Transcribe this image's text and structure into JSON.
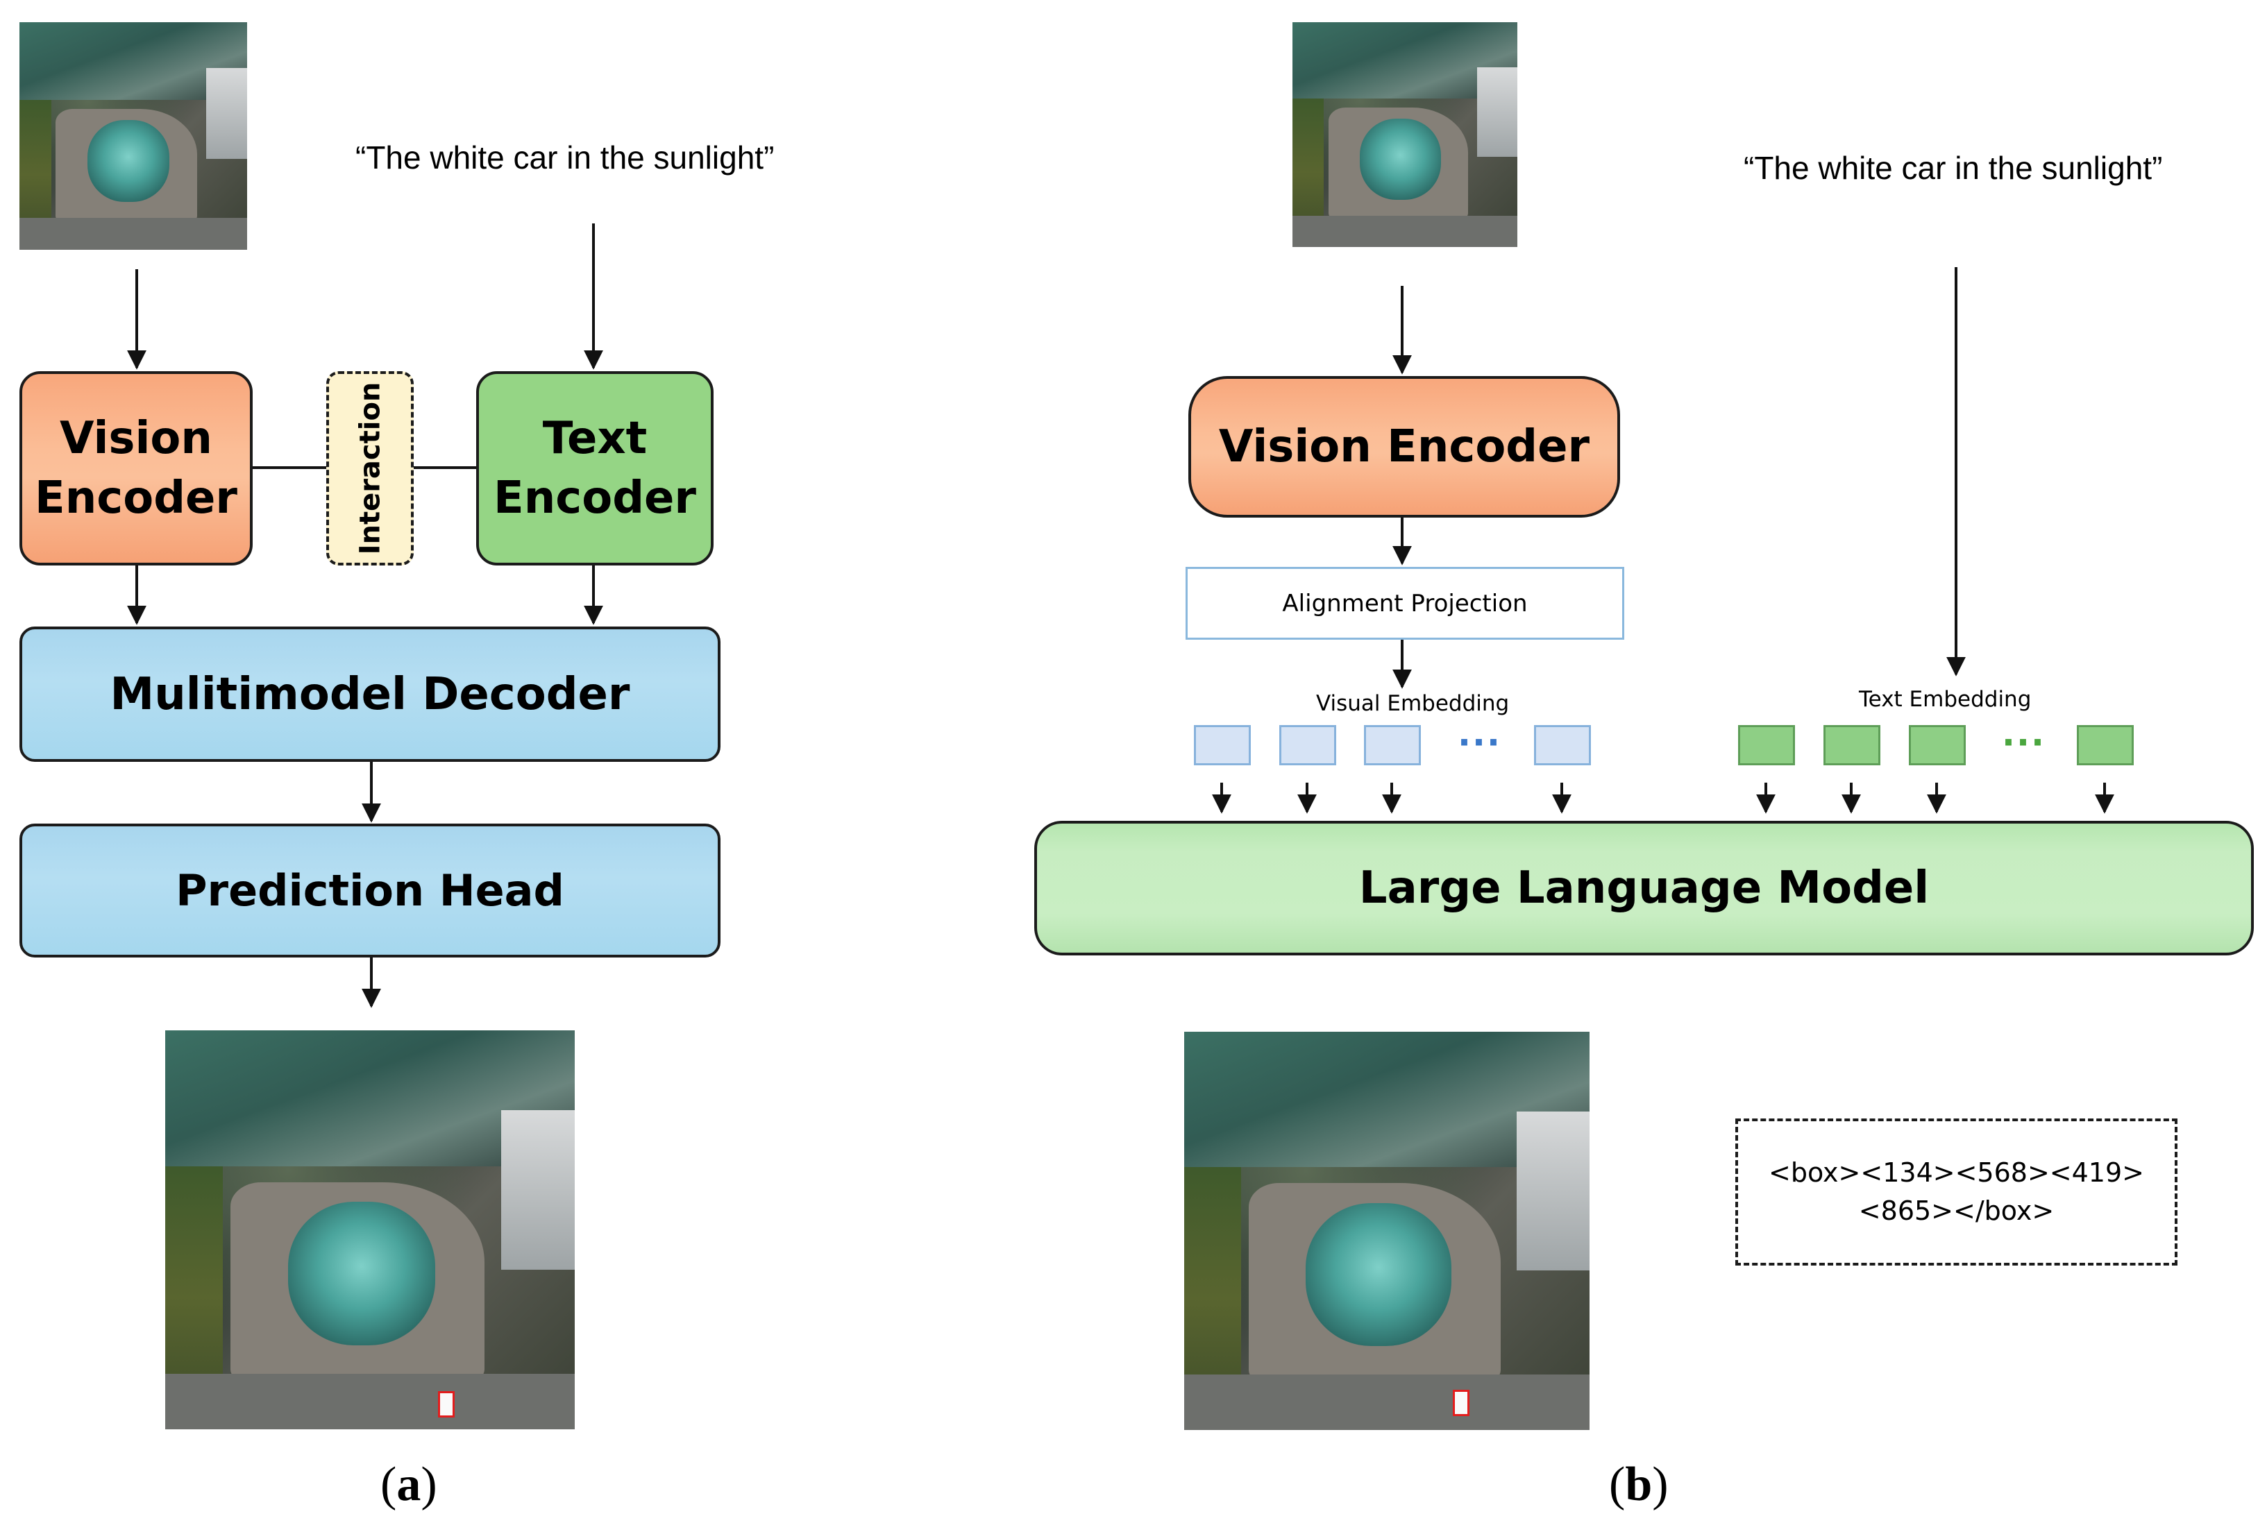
{
  "panel_a": {
    "query_text": "“The white car in the sunlight”",
    "vision_encoder": [
      "Vision",
      "Encoder"
    ],
    "text_encoder": [
      "Text",
      "Encoder"
    ],
    "interaction": "Interaction",
    "decoder": "Mulitimodel Decoder",
    "prediction_head": "Prediction Head",
    "caption_letter": "a"
  },
  "panel_b": {
    "query_text": "“The white car in the sunlight”",
    "vision_encoder": "Vision Encoder",
    "alignment_projection": "Alignment Projection",
    "visual_embedding": "Visual Embedding",
    "text_embedding": "Text Embedding",
    "llm": "Large Language Model",
    "output_line1": "<box><134><568><419>",
    "output_line2": "<865></box>",
    "ellipsis": "···",
    "caption_letter": "b"
  },
  "colors": {
    "vision_encoder": "#fbb994",
    "text_encoder": "#95d585",
    "interaction": "#fdf3cf",
    "decoder": "#b0dbf1",
    "llm": "#c5ecbf",
    "visual_token": "#d6e3f5",
    "text_token": "#8ecf85",
    "highlight_box": "#e31d1d"
  }
}
